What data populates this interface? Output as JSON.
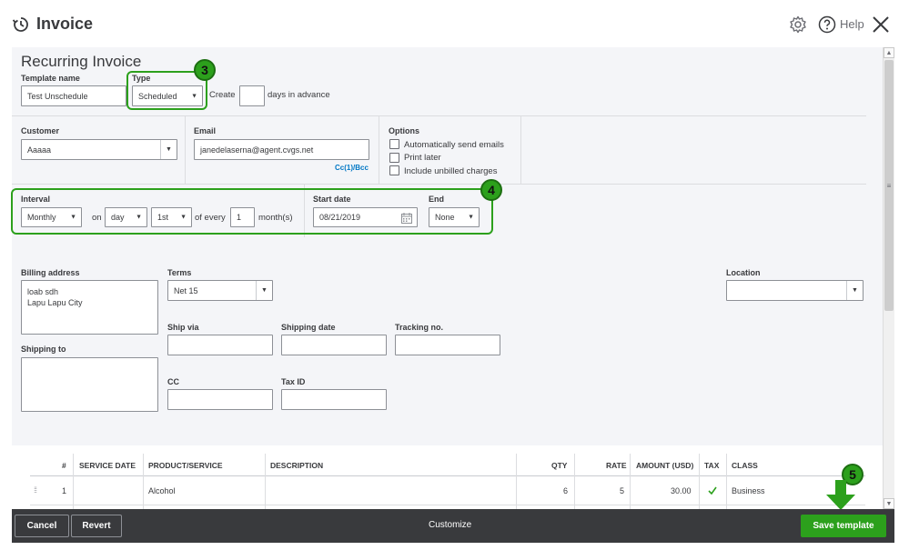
{
  "header": {
    "logo_icon": "recurring-clock-icon",
    "title": "Invoice",
    "settings_icon": "gear-icon",
    "help_icon": "question-circle-icon",
    "help_label": "Help",
    "close_icon": "close-icon"
  },
  "recurring": {
    "title": "Recurring Invoice",
    "template_name_label": "Template name",
    "template_name_value": "Test Unschedule",
    "type_label": "Type",
    "type_value": "Scheduled",
    "create_label": "Create",
    "days_value": "",
    "days_in_advance_label": "days in advance"
  },
  "customer": {
    "label": "Customer",
    "value": "Aaaaa"
  },
  "email": {
    "label": "Email",
    "value": "janedelaserna@agent.cvgs.net",
    "cc_bcc": "Cc(1)/Bcc"
  },
  "options": {
    "label": "Options",
    "items": [
      {
        "label": "Automatically send emails",
        "checked": false
      },
      {
        "label": "Print later",
        "checked": false
      },
      {
        "label": "Include unbilled charges",
        "checked": false
      }
    ]
  },
  "interval": {
    "label": "Interval",
    "frequency": "Monthly",
    "on_label": "on",
    "day_type": "day",
    "day_ordinal": "1st",
    "of_every_label": "of every",
    "every_value": "1",
    "months_label": "month(s)"
  },
  "start_date": {
    "label": "Start date",
    "value": "08/21/2019",
    "calendar_icon": "calendar-icon"
  },
  "end": {
    "label": "End",
    "value": "None"
  },
  "billing": {
    "label": "Billing address",
    "line1": "loab sdh",
    "line2": "Lapu Lapu City"
  },
  "shipping_to": {
    "label": "Shipping to"
  },
  "terms": {
    "label": "Terms",
    "value": "Net 15"
  },
  "location": {
    "label": "Location",
    "value": ""
  },
  "ship_via": {
    "label": "Ship via",
    "value": ""
  },
  "shipping_date": {
    "label": "Shipping date",
    "value": ""
  },
  "tracking_no": {
    "label": "Tracking no.",
    "value": ""
  },
  "cc": {
    "label": "CC",
    "value": ""
  },
  "tax_id": {
    "label": "Tax ID",
    "value": ""
  },
  "table": {
    "headers": [
      "#",
      "SERVICE DATE",
      "PRODUCT/SERVICE",
      "DESCRIPTION",
      "QTY",
      "RATE",
      "AMOUNT (USD)",
      "TAX",
      "CLASS"
    ],
    "rows": [
      {
        "num": "1",
        "service_date": "",
        "product": "Alcohol",
        "description": "",
        "qty": "6",
        "rate": "5",
        "amount": "30.00",
        "tax_icon": "checkmark-icon",
        "class": "Business"
      }
    ]
  },
  "footer": {
    "cancel": "Cancel",
    "revert": "Revert",
    "customize": "Customize",
    "save_template": "Save template"
  },
  "annotations": {
    "badge_3": "3",
    "badge_4": "4",
    "badge_5": "5",
    "color": "#2ca01c"
  },
  "colors": {
    "accent_green": "#2ca01c",
    "footer_bg": "#393a3d",
    "form_bg": "#f4f5f8",
    "link_blue": "#0077c5"
  }
}
